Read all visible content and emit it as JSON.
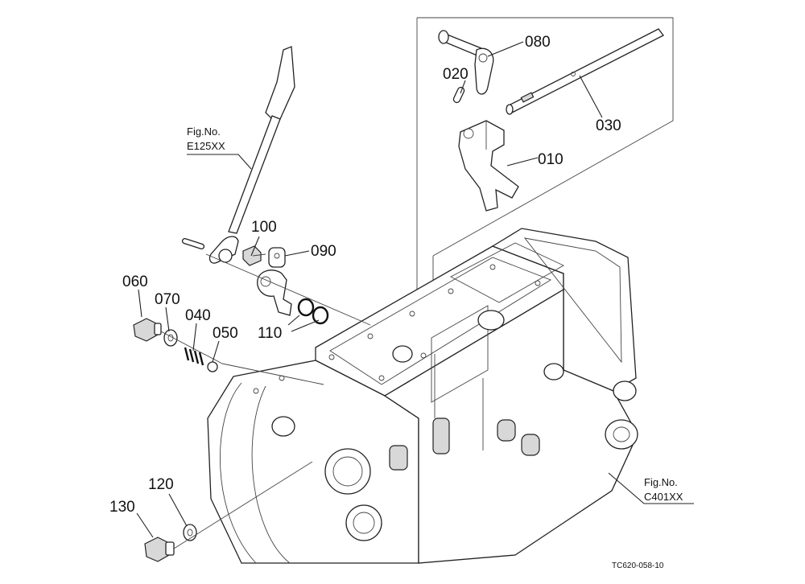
{
  "diagram": {
    "parts": [
      {
        "id": "080",
        "label": "080"
      },
      {
        "id": "020",
        "label": "020"
      },
      {
        "id": "030",
        "label": "030"
      },
      {
        "id": "010",
        "label": "010"
      },
      {
        "id": "100",
        "label": "100"
      },
      {
        "id": "090",
        "label": "090"
      },
      {
        "id": "060",
        "label": "060"
      },
      {
        "id": "070",
        "label": "070"
      },
      {
        "id": "040",
        "label": "040"
      },
      {
        "id": "050",
        "label": "050"
      },
      {
        "id": "110",
        "label": "110"
      },
      {
        "id": "120",
        "label": "120"
      },
      {
        "id": "130",
        "label": "130"
      }
    ],
    "fig_refs": [
      {
        "line1": "Fig.No.",
        "line2": "E125XX"
      },
      {
        "line1": "Fig.No.",
        "line2": "C401XX"
      }
    ],
    "drawing_code": "TC620-058-10"
  }
}
